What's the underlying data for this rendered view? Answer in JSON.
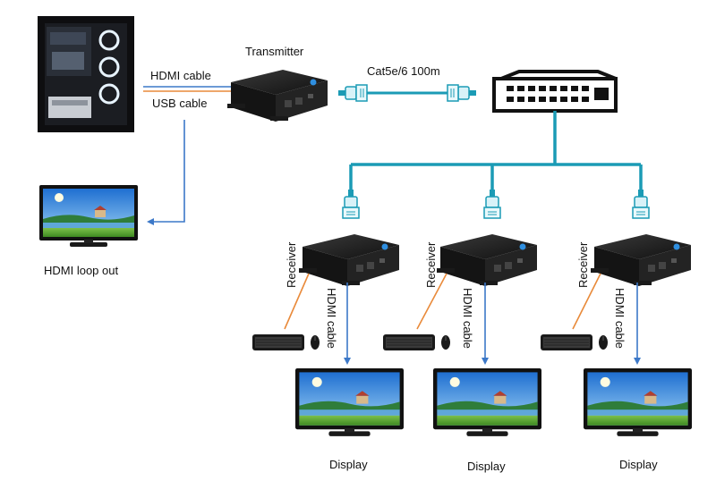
{
  "labels": {
    "transmitter": "Transmitter",
    "hdmi_cable": "HDMI cable",
    "usb_cable": "USB cable",
    "cat_cable": "Cat5e/6 100m",
    "hdmi_loop_out": "HDMI loop out",
    "receiver": "Receiver",
    "receiver_hdmi_cable": "HDMI cable",
    "display": "Display"
  },
  "colors": {
    "hdmi_line": "#3c78c8",
    "usb_line": "#e98a3a",
    "network_line": "#1b9bb5",
    "device_body": "#1c1c1c",
    "screen_sky": "#3b8fd8",
    "screen_grass": "#5aa63a"
  },
  "icons": {
    "pc": "pc-tower-icon",
    "switch": "network-switch-icon",
    "connector": "rj45-connector-icon",
    "keyboard": "keyboard-icon",
    "mouse": "mouse-icon",
    "monitor": "monitor-icon"
  }
}
